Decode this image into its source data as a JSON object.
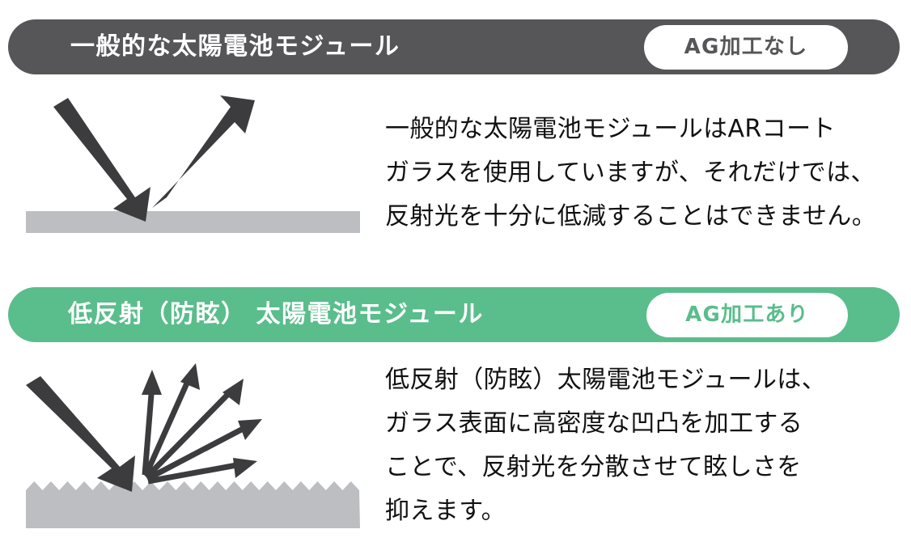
{
  "sections": [
    {
      "id": "conventional",
      "header": {
        "title": "一般的な太陽電池モジュール",
        "badge": "AG加工なし",
        "bar_color": "#565659",
        "badge_bg": "#ffffff",
        "badge_text_color": "#565659",
        "title_color": "#ffffff"
      },
      "body": "一般的な太陽電池モジュールはARコート\nガラスを使用していますが、それだけでは、\n反射光を十分に低減することはできません。",
      "figure": {
        "name": "specular-reflection-diagram",
        "surface": "flat",
        "surface_color": "#bcbec1",
        "arrow_color": "#3c3c3e",
        "incoming_arrows": 1,
        "outgoing_arrows": 1
      }
    },
    {
      "id": "anti-glare",
      "header": {
        "title": "低反射（防眩） 太陽電池モジュール",
        "badge": "AG加工あり",
        "bar_color": "#5abd8c",
        "badge_bg": "#ffffff",
        "badge_text_color": "#5abd8c",
        "title_color": "#ffffff"
      },
      "body": "低反射（防眩）太陽電池モジュールは、\nガラス表面に高密度な凹凸を加工する\nことで、反射光を分散させて眩しさを\n抑えます。",
      "figure": {
        "name": "diffuse-reflection-diagram",
        "surface": "sawtooth",
        "surface_color": "#bcbec1",
        "arrow_color": "#3c3c3e",
        "incoming_arrows": 1,
        "outgoing_arrows": 5
      }
    }
  ]
}
